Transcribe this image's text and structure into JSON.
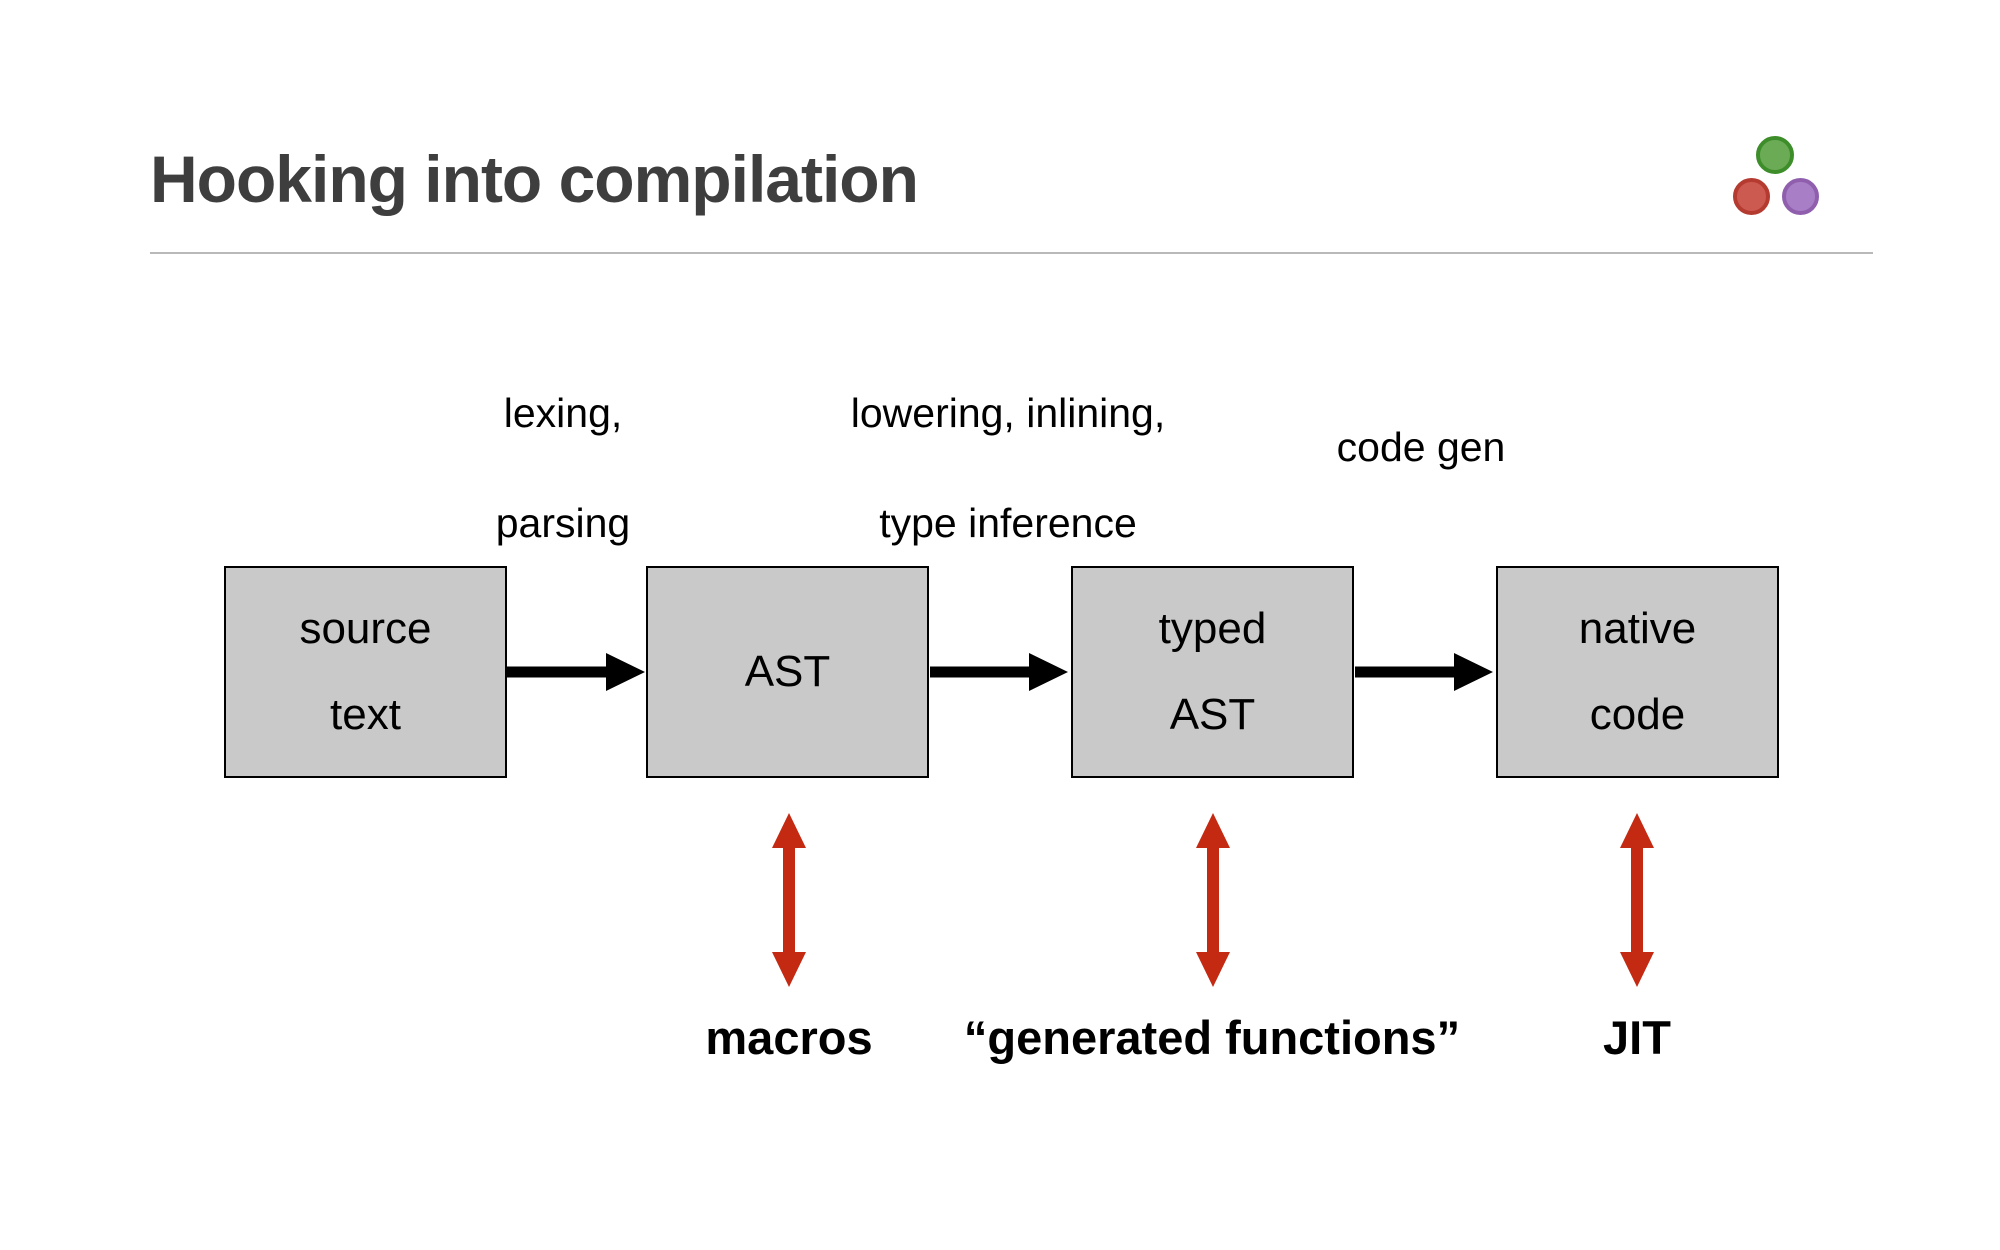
{
  "slide": {
    "title": "Hooking into compilation"
  },
  "logo": {
    "name": "julia-three-dots",
    "dots": [
      {
        "position": "top",
        "fill": "#6cab56",
        "stroke": "#3d8e2a"
      },
      {
        "position": "bottom-left",
        "fill": "#cd5a50",
        "stroke": "#b53a2f"
      },
      {
        "position": "bottom-right",
        "fill": "#a87fc7",
        "stroke": "#8f5fae"
      }
    ]
  },
  "pipeline": {
    "stages": [
      {
        "label_lines": [
          "source",
          "text"
        ]
      },
      {
        "label_lines": [
          "AST"
        ]
      },
      {
        "label_lines": [
          "typed",
          "AST"
        ]
      },
      {
        "label_lines": [
          "native",
          "code"
        ]
      }
    ],
    "transitions": [
      {
        "label_lines": [
          "lexing,",
          "parsing"
        ]
      },
      {
        "label_lines": [
          "lowering, inlining,",
          "type inference"
        ]
      },
      {
        "label_lines": [
          "code gen"
        ]
      }
    ],
    "hooks": [
      {
        "label": "macros"
      },
      {
        "label": "“generated functions”"
      },
      {
        "label": "JIT"
      }
    ]
  },
  "colors": {
    "title_text": "#3e3e3e",
    "divider": "#b9b9b9",
    "box_fill": "#c9c9c9",
    "box_border": "#000000",
    "box_text": "#000000",
    "flow_arrow": "#000000",
    "hook_arrow": "#c42a12",
    "label_text": "#000000"
  }
}
